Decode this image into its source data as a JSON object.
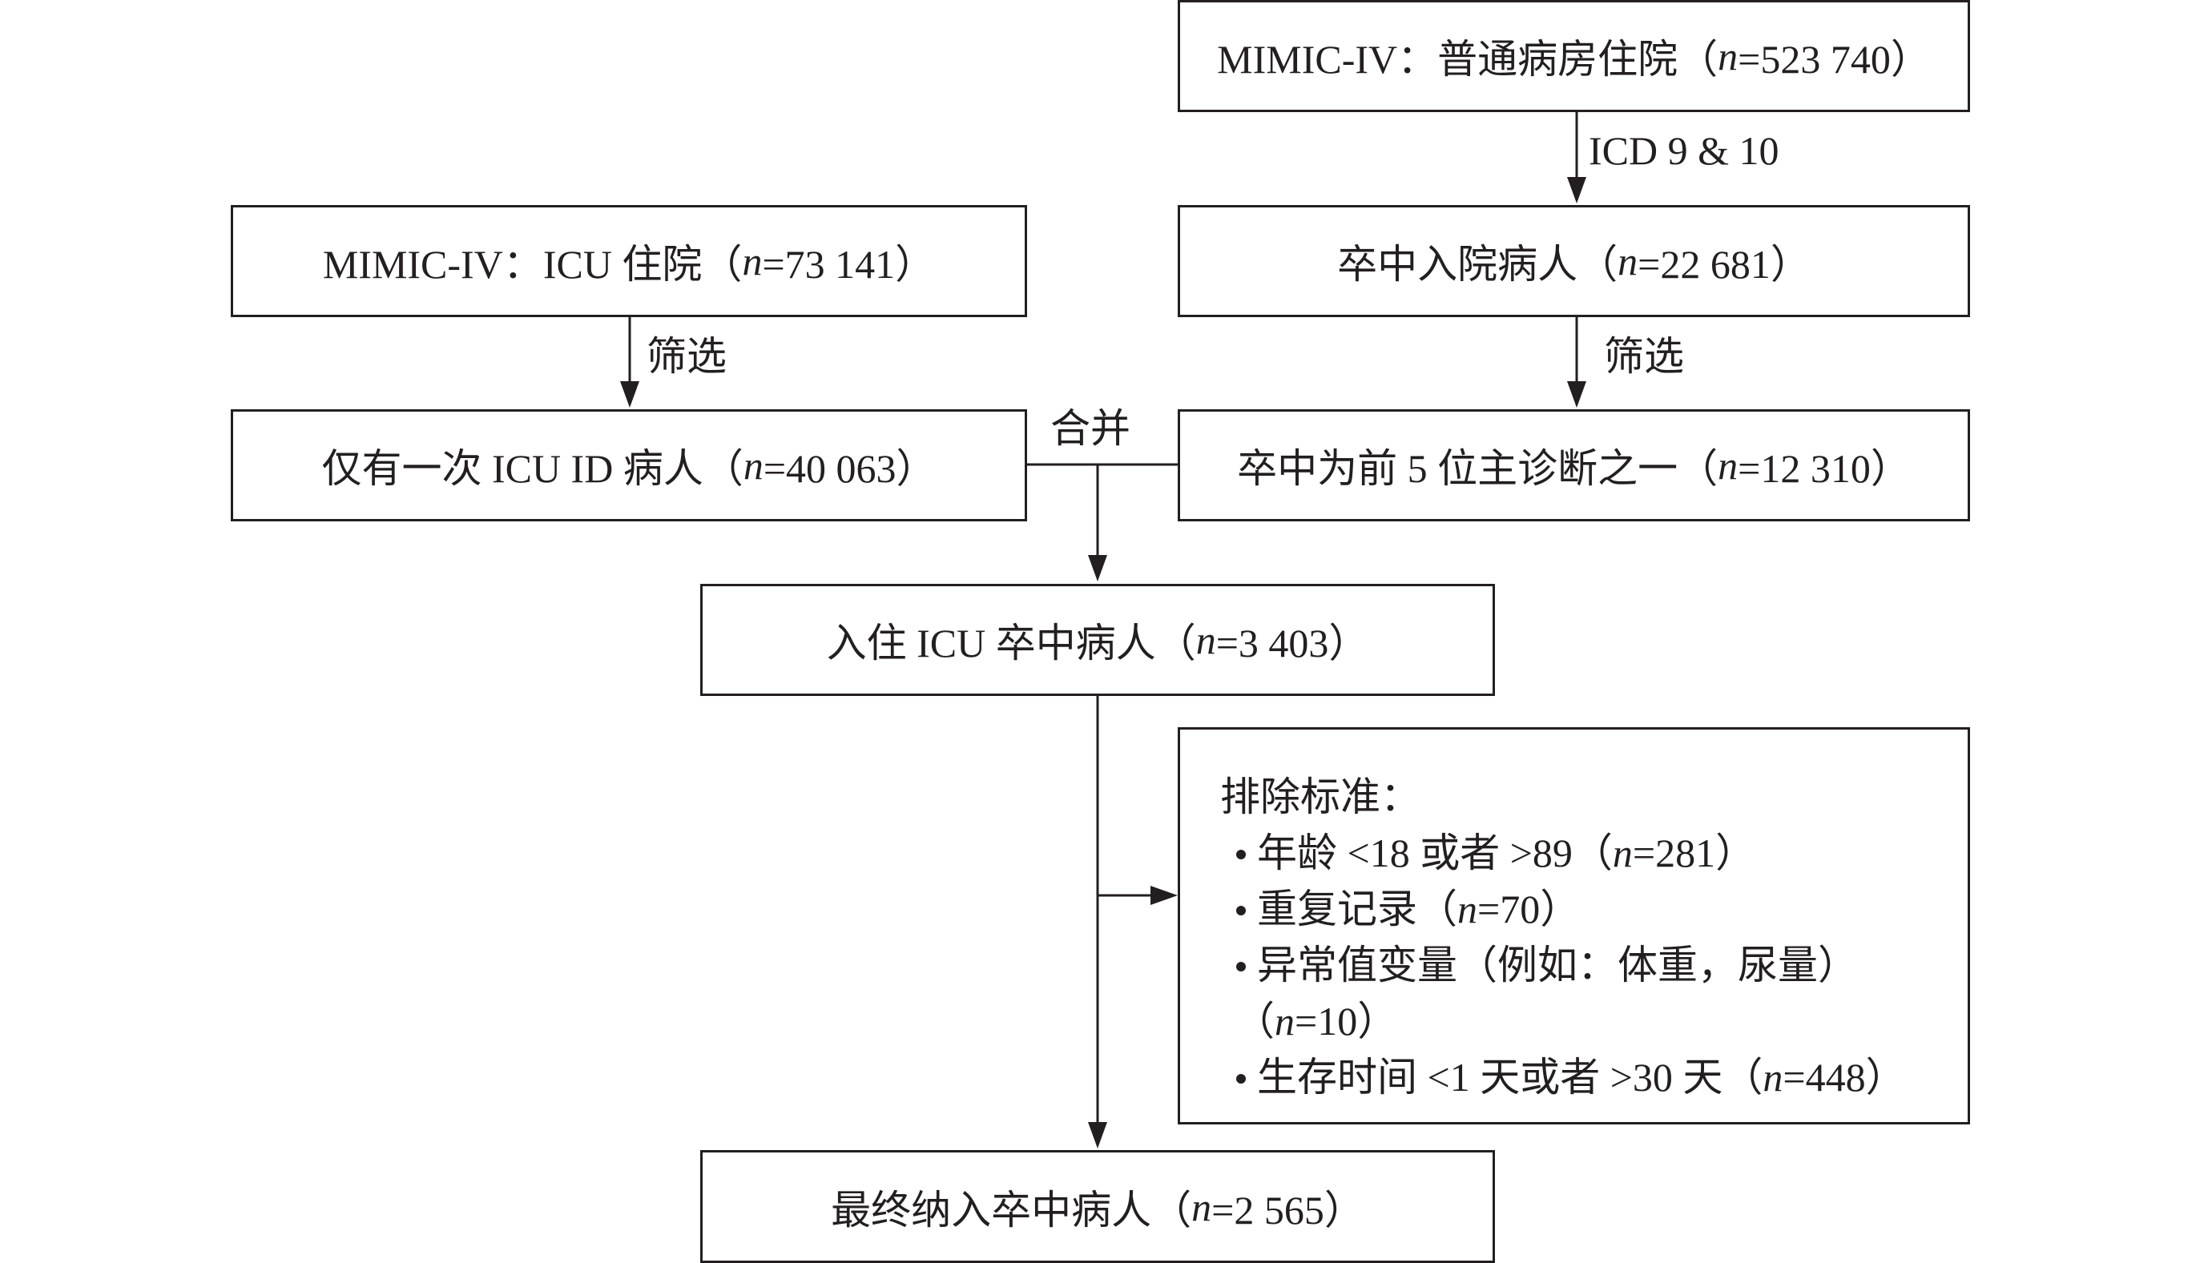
{
  "nodes": {
    "general_ward": {
      "prefix": "MIMIC-IV：普通病房住院（",
      "n_label": "n",
      "suffix": "=523 740）"
    },
    "stroke_admission": {
      "prefix": "卒中入院病人（",
      "n_label": "n",
      "suffix": "=22 681）"
    },
    "icu_admission": {
      "prefix": "MIMIC-IV：ICU 住院（",
      "n_label": "n",
      "suffix": "=73 141）"
    },
    "single_icu": {
      "prefix": "仅有一次 ICU ID 病人（",
      "n_label": "n",
      "suffix": "=40 063）"
    },
    "top5_diagnosis": {
      "prefix": "卒中为前 5 位主诊断之一（",
      "n_label": "n",
      "suffix": "=12 310）"
    },
    "icu_stroke": {
      "prefix": "入住 ICU 卒中病人（",
      "n_label": "n",
      "suffix": "=3 403）"
    },
    "final": {
      "prefix": "最终纳入卒中病人（",
      "n_label": "n",
      "suffix": "=2 565）"
    }
  },
  "edge_labels": {
    "icd": "ICD 9 & 10",
    "filter_left": "筛选",
    "filter_right": "筛选",
    "merge": "合并"
  },
  "exclusion": {
    "heading": "排除标准：",
    "items": [
      {
        "prefix": "年龄 <18 或者 >89（",
        "n_label": "n",
        "suffix": "=281）"
      },
      {
        "prefix": "重复记录（",
        "n_label": "n",
        "suffix": "=70）"
      },
      {
        "prefix": "异常值变量（例如：体重，尿量）",
        "n_label": "",
        "suffix": ""
      },
      {
        "prefix": "（",
        "n_label": "n",
        "suffix": "=10）"
      },
      {
        "prefix": "生存时间 <1 天或者 >30 天（",
        "n_label": "n",
        "suffix": "=448）"
      }
    ]
  }
}
